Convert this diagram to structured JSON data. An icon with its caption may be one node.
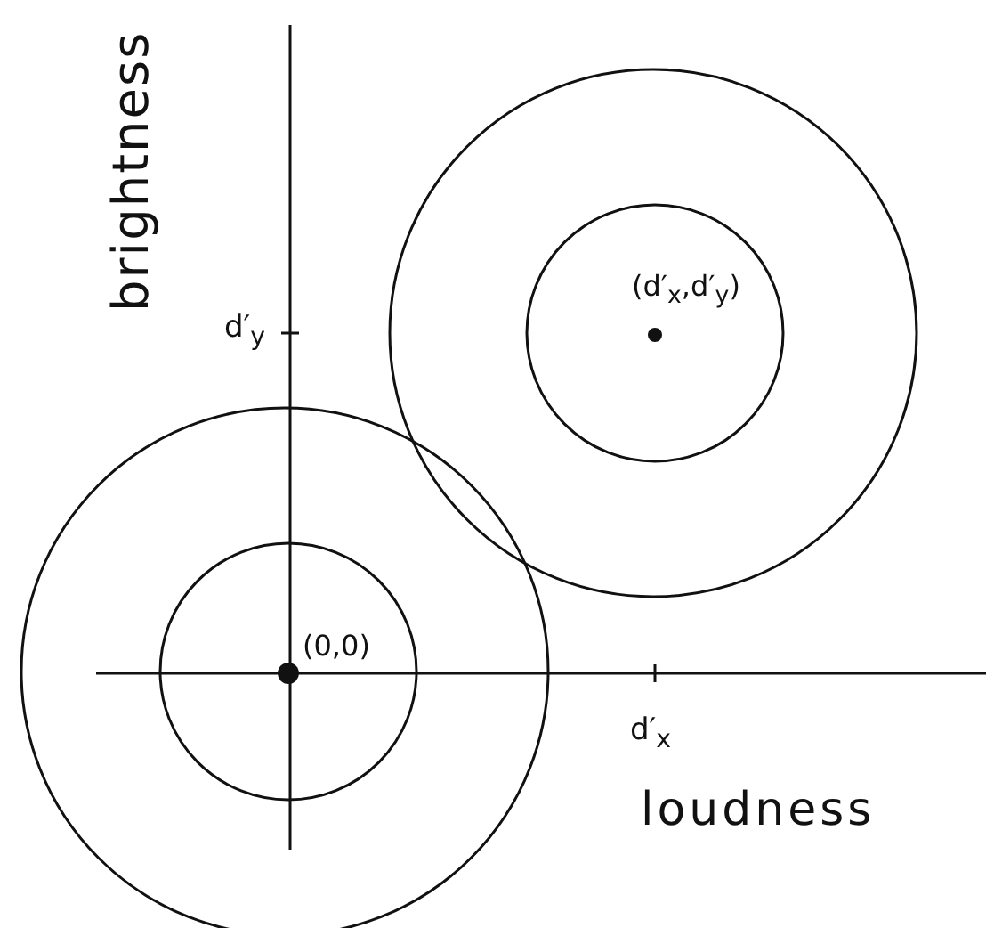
{
  "diagram": {
    "labels": [
      "brightness",
      "d′$_{y}$",
      "(d′$_{x}$,d′$_{y}$)",
      "(0,0)",
      "d′$_{x}$",
      "loudness"
    ]
  }
}
